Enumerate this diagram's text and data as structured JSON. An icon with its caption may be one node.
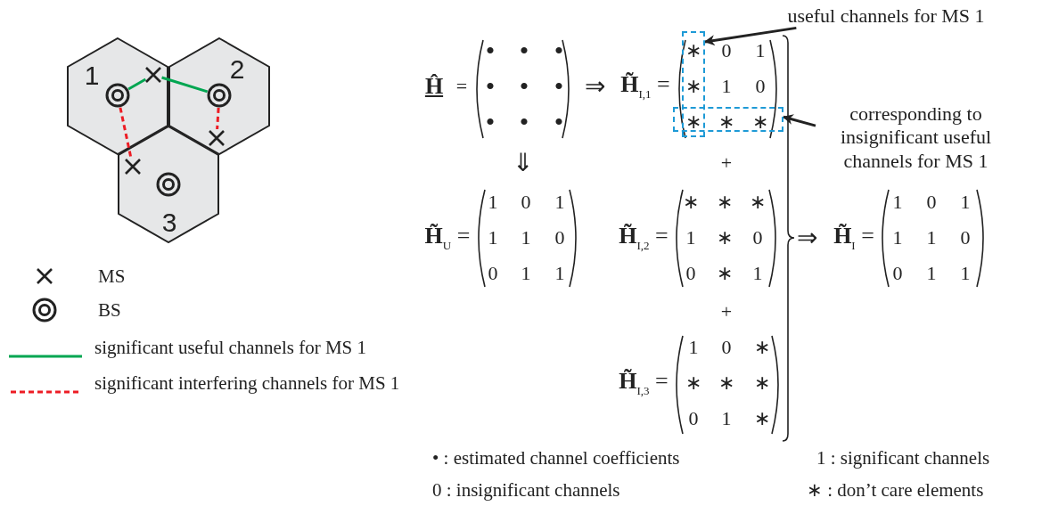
{
  "diagram": {
    "nodes": [
      {
        "text": [
          "1"
        ]
      },
      {
        "text": [
          "2"
        ]
      },
      {
        "text": [
          "3"
        ]
      },
      {
        "text": [],
        "shape": "cross",
        "in": 0
      },
      {
        "text": [],
        "shape": "circle",
        "in": 0
      },
      {
        "text": [],
        "shape": "circle",
        "in": 1
      },
      {
        "text": [],
        "shape": "cross",
        "in": 1
      },
      {
        "text": [],
        "shape": "cross",
        "in": 2
      },
      {
        "text": [],
        "shape": "circle",
        "in": 2
      },
      {
        "text": [
          "useful channels for MS 1"
        ]
      },
      {
        "text": [],
        "shape": "box"
      },
      {
        "text": [
          "corresponding to insignificant useful channels for MS 1"
        ]
      },
      {
        "text": [],
        "shape": "box"
      }
    ],
    "edges": [
      {
        "from": 4,
        "to": 3,
        "arrow": "none",
        "color": "#00a651"
      },
      {
        "from": 3,
        "to": 5,
        "arrow": "none",
        "color": "#00a651"
      },
      {
        "from": 4,
        "to": 7,
        "arrow": "none",
        "style": "dashed",
        "color": "#ed1c24"
      },
      {
        "from": 5,
        "to": 6,
        "arrow": "none",
        "style": "dashed",
        "color": "#ed1c24"
      },
      {
        "from": 9,
        "to": 10,
        "arrow": "to",
        "color": "#222222"
      },
      {
        "from": 11,
        "to": 12,
        "arrow": "to",
        "color": "#222222"
      }
    ],
    "labels": [
      "Ĥ",
      "=",
      "•",
      "•",
      "•",
      "•",
      "•",
      "•",
      "•",
      "•",
      "•",
      "⇒",
      "**H̃**$_{I,1}$ =",
      "∗",
      "0",
      "1",
      "∗",
      "1",
      "0",
      "∗",
      "∗",
      "∗",
      "⇓",
      "+",
      "**H̃**$_{U}$ =",
      "1",
      "0",
      "1",
      "1",
      "1",
      "0",
      "0",
      "1",
      "1",
      "**H̃**$_{I,2}$ =",
      "∗",
      "∗",
      "∗",
      "1",
      "∗",
      "0",
      "0",
      "∗",
      "1",
      "⇒",
      "**H̃**$_{I}$ =",
      "1",
      "0",
      "1",
      "1",
      "1",
      "0",
      "0",
      "1",
      "1",
      "+",
      "**H̃**$_{I,3}$ =",
      "1",
      "0",
      "∗",
      "∗",
      "∗",
      "∗",
      "0",
      "1",
      "∗",
      "• : estimated channel coefficients",
      "1 : significant channels",
      "0 : insignificant channels",
      "∗ : don’t care elements"
    ],
    "legend": [
      {
        "text": "MS"
      },
      {
        "text": "BS"
      },
      {
        "text": "significant useful channels for MS 1"
      },
      {
        "text": "significant interfering channels for MS 1"
      }
    ]
  }
}
